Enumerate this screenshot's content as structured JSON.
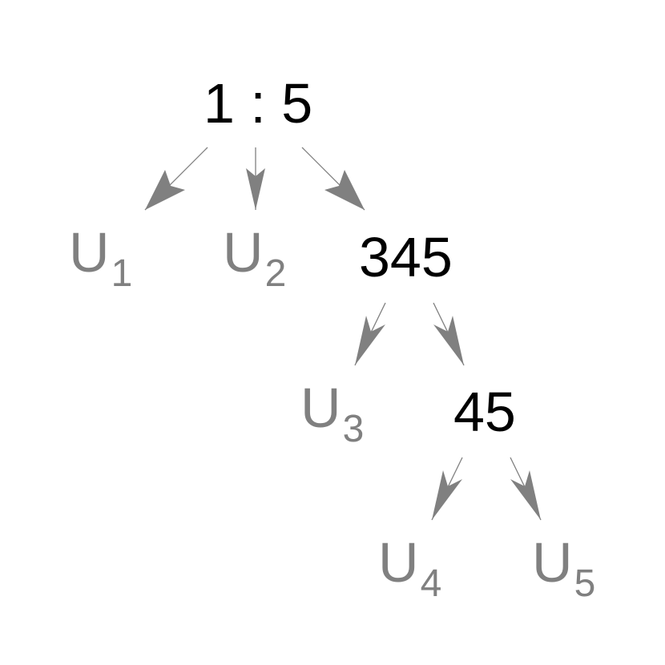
{
  "colors": {
    "inner_node": "#000000",
    "leaf_node": "#808080",
    "edge": "#808080"
  },
  "nodes": {
    "root": "1 : 5",
    "n345": "345",
    "n45": "45",
    "u1": {
      "base": "U",
      "sub": "1"
    },
    "u2": {
      "base": "U",
      "sub": "2"
    },
    "u3": {
      "base": "U",
      "sub": "3"
    },
    "u4": {
      "base": "U",
      "sub": "4"
    },
    "u5": {
      "base": "U",
      "sub": "5"
    }
  },
  "edges": [
    {
      "from": "root",
      "to": "u1"
    },
    {
      "from": "root",
      "to": "u2"
    },
    {
      "from": "root",
      "to": "n345"
    },
    {
      "from": "n345",
      "to": "u3"
    },
    {
      "from": "n345",
      "to": "n45"
    },
    {
      "from": "n45",
      "to": "u4"
    },
    {
      "from": "n45",
      "to": "u5"
    }
  ]
}
